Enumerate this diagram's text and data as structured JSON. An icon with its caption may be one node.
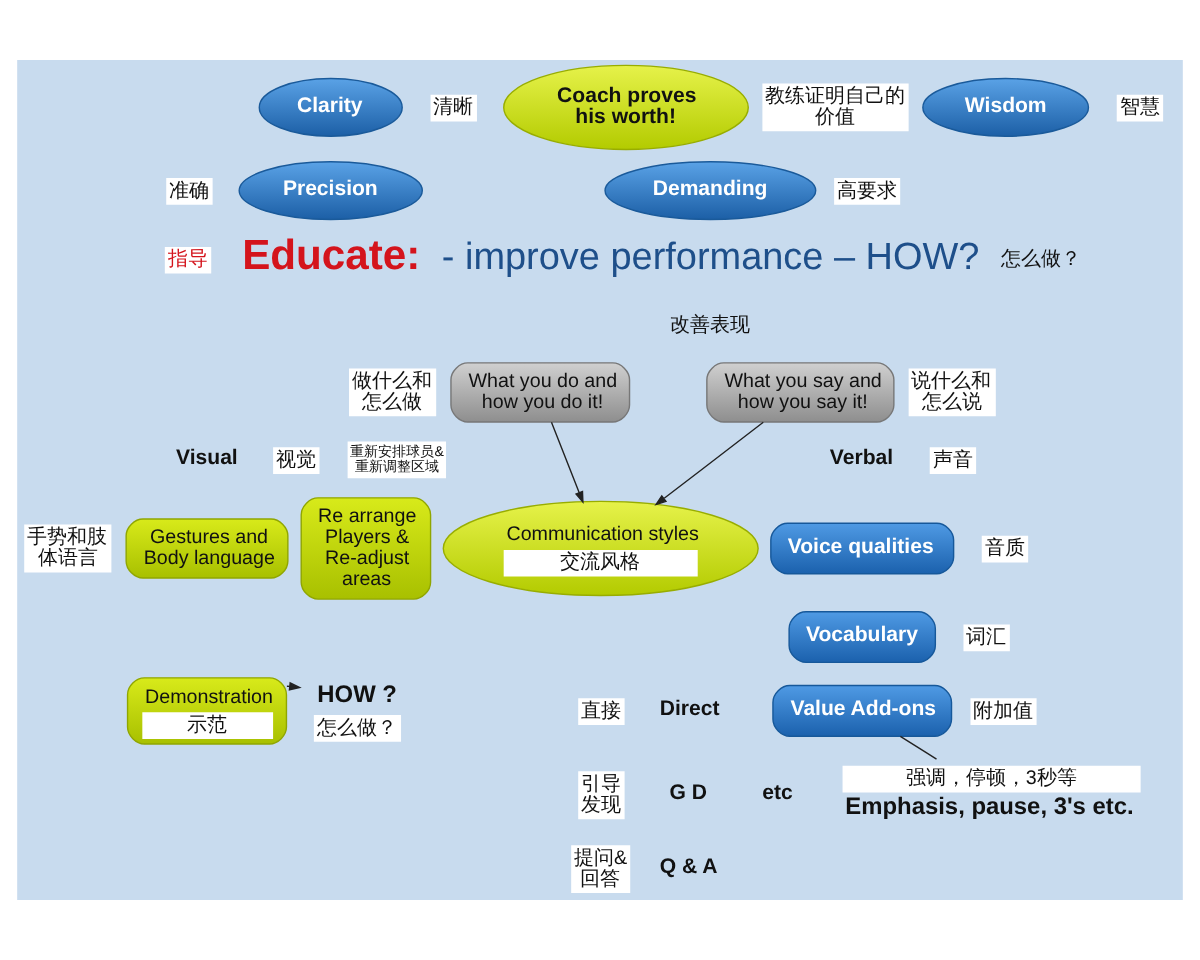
{
  "diagram": {
    "labels": [
      "指导",
      "Educate:",
      "- improve performance – HOW?",
      "怎么做？",
      "改善表现",
      "Visual",
      "视觉",
      "Verbal",
      "声音",
      "直接",
      "Direct",
      "引导发现",
      "G D",
      "etc",
      "提问&回答",
      "Q & A"
    ],
    "nodes": [
      {
        "text": [
          "Clarity"
        ],
        "beside": [
          "清晰"
        ]
      },
      {
        "text": [
          "Coach proves his worth!"
        ],
        "beside": [
          "教练证明自己的价值"
        ]
      },
      {
        "text": [
          "Wisdom"
        ],
        "beside": [
          "智慧"
        ]
      },
      {
        "text": [
          "Precision"
        ],
        "beside": [
          "准确"
        ]
      },
      {
        "text": [
          "Demanding"
        ],
        "beside": [
          "高要求"
        ]
      },
      {
        "text": [
          "What you do and how you do it!"
        ],
        "beside": [
          "做什么和怎么做"
        ]
      },
      {
        "text": [
          "What you say and how you say it!"
        ],
        "beside": [
          "说什么和怎么说"
        ]
      },
      {
        "text": [
          "Gestures and Body language"
        ],
        "beside": [
          "手势和肢体语言"
        ]
      },
      {
        "text": [
          "Re arrange Players & Re-adjust areas"
        ],
        "beside": [
          "重新安排球员&重新调整区域"
        ]
      },
      {
        "text": [
          "Communication styles",
          "交流风格"
        ]
      },
      {
        "text": [
          "Voice qualities"
        ],
        "beside": [
          "音质"
        ]
      },
      {
        "text": [
          "Vocabulary"
        ],
        "beside": [
          "词汇"
        ]
      },
      {
        "text": [
          "Demonstration",
          "示范"
        ]
      },
      {
        "text": [
          "HOW ?",
          "怎么做？"
        ]
      },
      {
        "text": [
          "Value Add-ons"
        ],
        "beside": [
          "附加值"
        ]
      },
      {
        "text": [
          "强调，停顿，3秒等",
          "Emphasis, pause, 3's etc."
        ]
      }
    ],
    "edges": [
      {
        "from": 5,
        "to": 9,
        "arrow": "to"
      },
      {
        "from": 6,
        "to": 9,
        "arrow": "to"
      },
      {
        "from": 12,
        "to": 13,
        "arrow": "to"
      },
      {
        "from": 14,
        "to": 15,
        "arrow": "none"
      }
    ]
  }
}
